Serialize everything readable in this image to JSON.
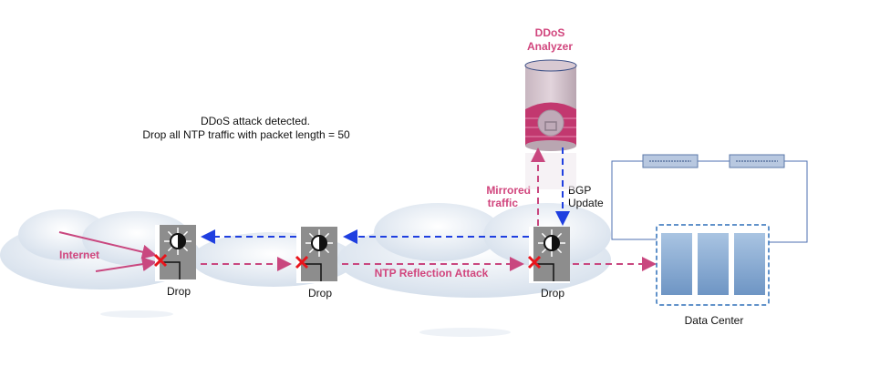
{
  "title_note": {
    "line1": "DDoS attack detected.",
    "line2": "Drop all NTP traffic with packet length = 50"
  },
  "analyzer": {
    "line1": "DDoS",
    "line2": "Analyzer"
  },
  "mirrored": {
    "line1": "Mirrored",
    "line2": "traffic"
  },
  "bgp": {
    "line1": "BGP",
    "line2": "Update"
  },
  "internet_label": "Internet",
  "attack_label": "NTP Reflection Attack",
  "routers": [
    {
      "label": "Drop"
    },
    {
      "label": "Drop"
    },
    {
      "label": "Drop"
    }
  ],
  "datacenter_label": "Data Center",
  "colors": {
    "attack": "#c9477f",
    "bgp": "#1f3fe0",
    "drop": "#e8141b",
    "label_pink": "#d1457d"
  }
}
